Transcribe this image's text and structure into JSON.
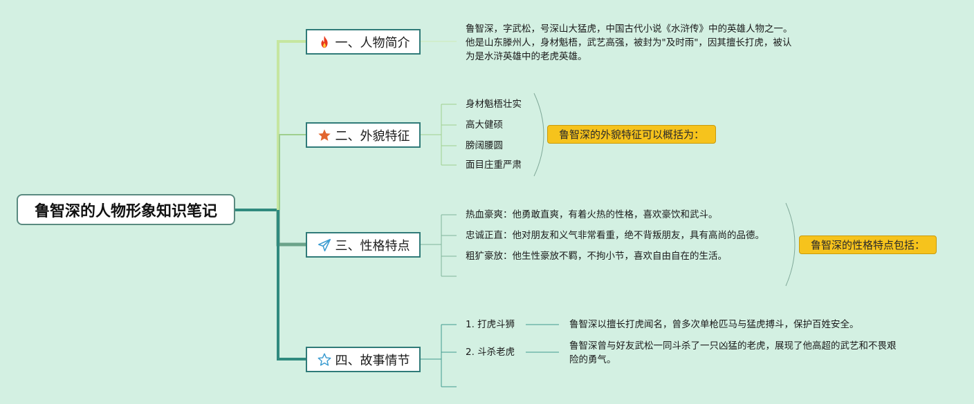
{
  "root": {
    "title": "鲁智深的人物形象知识笔记"
  },
  "branches": [
    {
      "label": "一、人物简介",
      "icon": "fire-icon",
      "lines": [
        "鲁智深，字武松，号深山大猛虎，中国古代小说《水浒传》中的英雄人物之一。",
        "他是山东滕州人，身材魁梧，武艺高强，被封为\"及时雨\"，因其擅长打虎，被认",
        "为是水浒英雄中的老虎英雄。"
      ]
    },
    {
      "label": "二、外貌特征",
      "icon": "star-filled-icon",
      "items": [
        "身材魁梧壮实",
        "高大健硕",
        "膀阔腰圆",
        "面目庄重严肃"
      ],
      "summary": "鲁智深的外貌特征可以概括为："
    },
    {
      "label": "三、性格特点",
      "icon": "paper-plane-icon",
      "items": [
        "热血豪爽：他勇敢直爽，有着火热的性格，喜欢豪饮和武斗。",
        "忠诚正直：他对朋友和义气非常看重，绝不背叛朋友，具有高尚的品德。",
        "粗犷豪放：他生性豪放不羁，不拘小节，喜欢自由自在的生活。"
      ],
      "summary": "鲁智深的性格特点包括："
    },
    {
      "label": "四、故事情节",
      "icon": "star-outline-icon",
      "stories": [
        {
          "title": "1. 打虎斗狮",
          "desc": [
            "鲁智深以擅长打虎闻名，曾多次单枪匹马与猛虎搏斗，保护百姓安全。"
          ]
        },
        {
          "title": "2. 斗杀老虎",
          "desc": [
            "鲁智深曾与好友武松一同斗杀了一只凶猛的老虎，展现了他高超的武艺和不畏艰",
            "险的勇气。"
          ]
        }
      ]
    }
  ],
  "colors": {
    "background": "#d3f0e2",
    "branch1": "#c6e6a0",
    "branch2": "#9fcf8e",
    "branch3": "#6ba38a",
    "branch4": "#2f8a7e",
    "summary_fill": "#f6c31c",
    "fire": "#e8391c",
    "star": "#e2662f",
    "outline_icons": "#3a9bd0"
  }
}
